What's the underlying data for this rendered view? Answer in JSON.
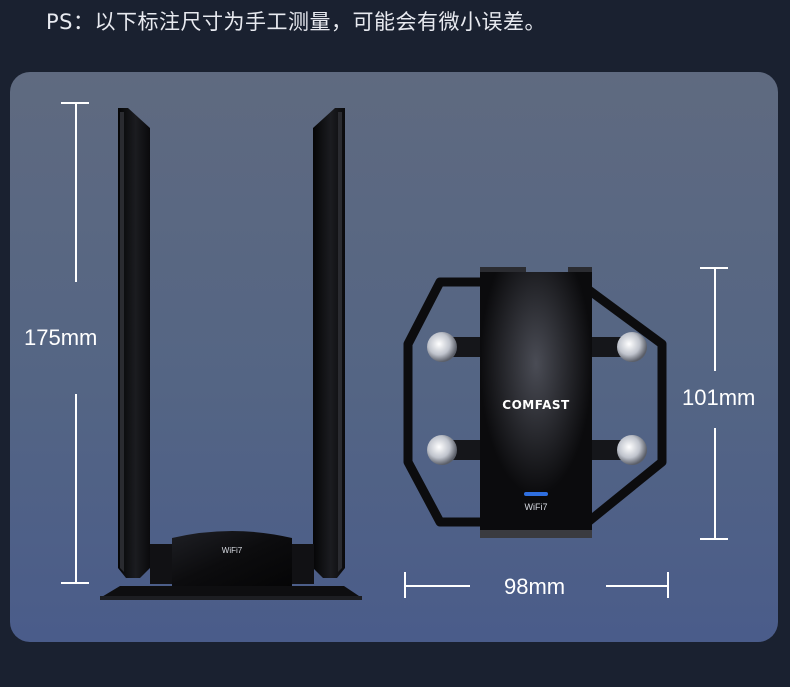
{
  "note": "PS：以下标注尺寸为手工测量，可能会有微小误差。",
  "dimensions": {
    "height_left": "175mm",
    "height_right": "101mm",
    "width_right": "98mm"
  },
  "branding": {
    "logo": "COMFAST",
    "wifi_badge": "WiFi7"
  },
  "colors": {
    "background": "#1a2130",
    "panel": "#586684",
    "device": "#0d0d0f",
    "indicator": "#2f6fe0"
  }
}
